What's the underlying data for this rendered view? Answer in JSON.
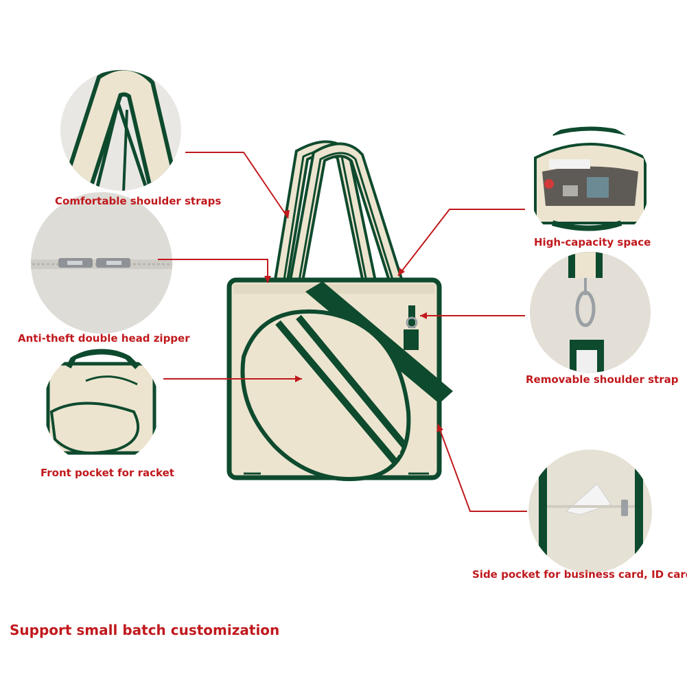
{
  "callouts": {
    "shoulder_straps": "Comfortable shoulder straps",
    "zipper": "Anti-theft double head zipper",
    "front_pocket": "Front pocket for racket",
    "capacity": "High-capacity space",
    "removable_strap": "Removable shoulder strap",
    "side_pocket": "Side pocket for business card, ID card"
  },
  "footer": "Support small batch customization",
  "colors": {
    "accent_red": "#c0191d",
    "canvas": "#ece4cf",
    "trim_green": "#0e4a2e",
    "circle_bg": "#e6e3de"
  }
}
